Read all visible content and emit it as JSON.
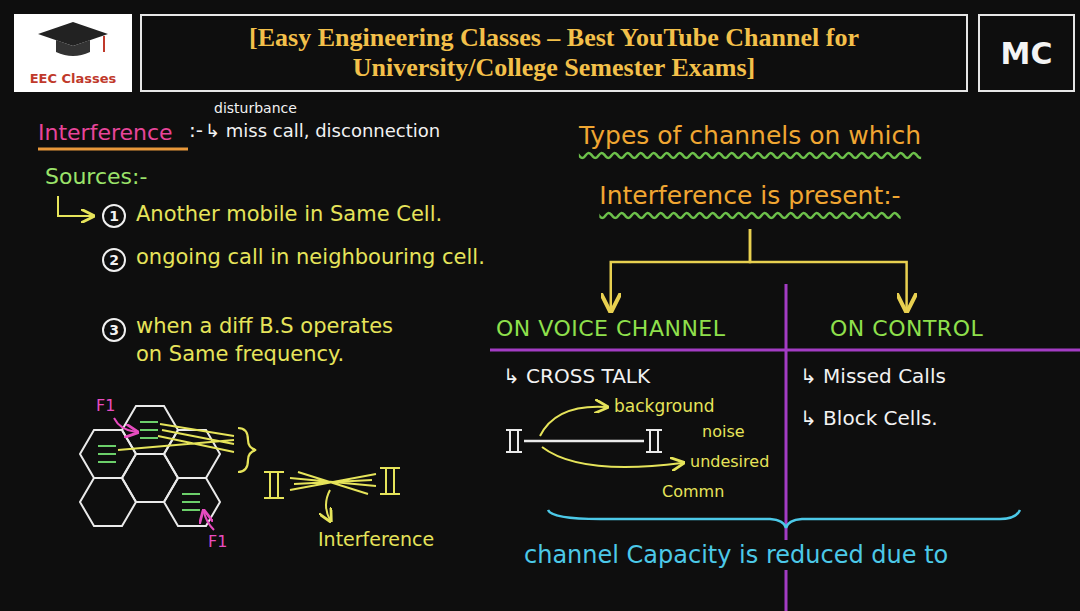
{
  "diagram": {
    "nodes": [
      {
        "text": [
          "EEC Classes"
        ]
      },
      {
        "text": [
          "[Easy Engineering Classes – Best YouTube Channel for University/College Semester Exams]"
        ]
      },
      {
        "text": [
          "MC"
        ]
      },
      {
        "text": [
          "Types of channels on which Interference is present:-"
        ]
      },
      {
        "text": [
          "ON VOICE CHANNEL"
        ]
      },
      {
        "text": [
          "ON CONTROL"
        ]
      }
    ],
    "edges": [
      {
        "from": 3,
        "to": 4,
        "arrow": "to"
      },
      {
        "from": 3,
        "to": 5,
        "arrow": "to"
      }
    ],
    "labels": [
      "disturbance",
      "Interference",
      ":-",
      "↳ miss call, disconnection",
      "Sources:-",
      "1",
      "Another mobile in Same Cell.",
      "2",
      "ongoing call in neighbouring cell.",
      "3",
      "when a diff B.S operates on Same frequency.",
      "F1",
      "F1",
      "Interference",
      "↳ CROSS TALK",
      "background",
      "noise",
      "undesired",
      "Commn",
      "↳ Missed Calls",
      "↳ Block Cells.",
      "channel Capacity is reduced due to"
    ]
  }
}
